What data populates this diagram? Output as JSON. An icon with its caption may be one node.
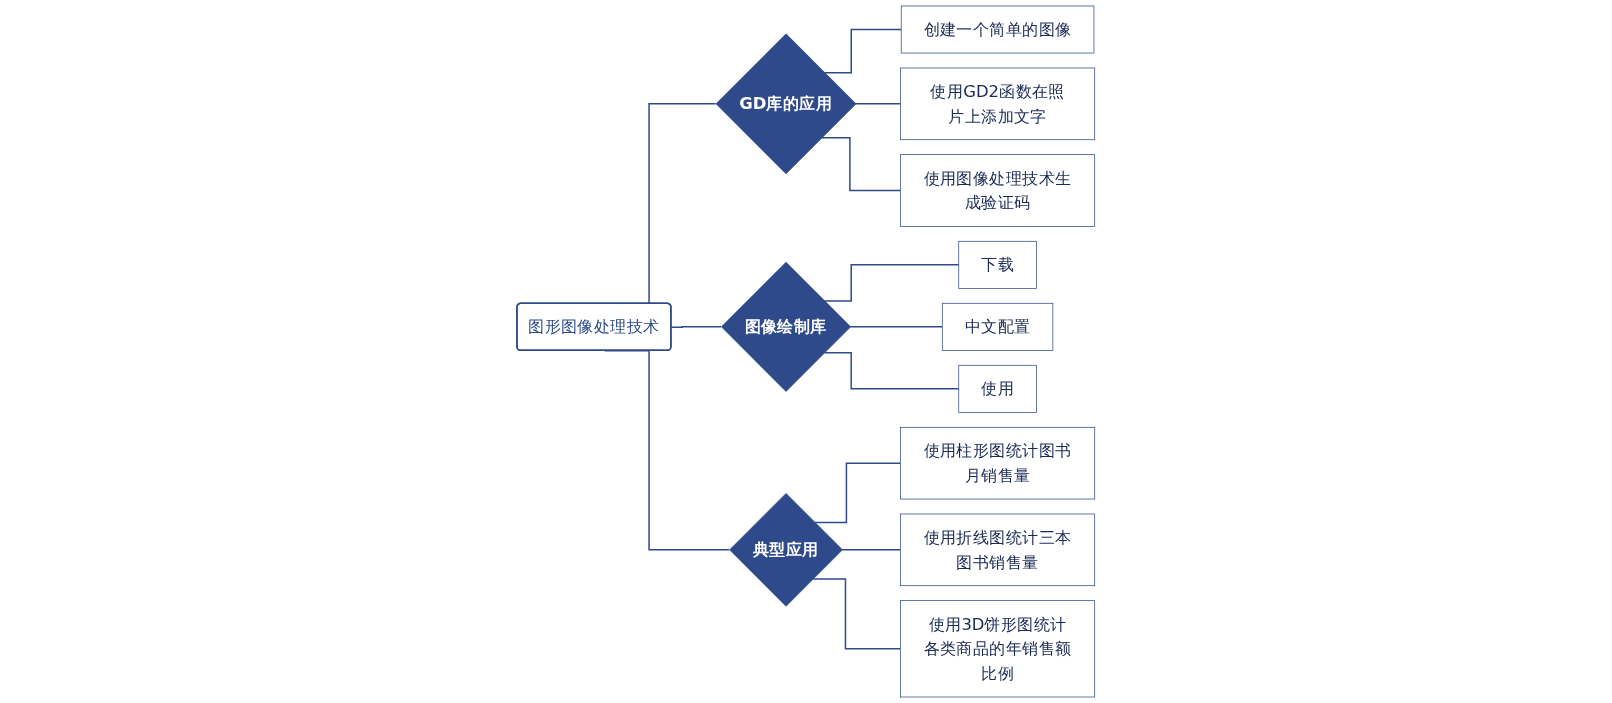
{
  "diagram": {
    "nodes": [
      {
        "text": [
          "图形图像处理技术"
        ]
      },
      {
        "text": [
          "GD库的应用"
        ]
      },
      {
        "text": [
          "创建一个简单的图像"
        ]
      },
      {
        "text": [
          "使用GD2函数在照片上添加文字"
        ]
      },
      {
        "text": [
          "使用图像处理技术生成验证码"
        ]
      },
      {
        "text": [
          "图像绘制库"
        ]
      },
      {
        "text": [
          "下载"
        ]
      },
      {
        "text": [
          "中文配置"
        ]
      },
      {
        "text": [
          "使用"
        ]
      },
      {
        "text": [
          "典型应用"
        ]
      },
      {
        "text": [
          "使用柱形图统计图书月销售量"
        ]
      },
      {
        "text": [
          "使用折线图统计三本图书销售量"
        ]
      },
      {
        "text": [
          "使用3D饼形图统计各类商品的年销售额比例"
        ]
      }
    ],
    "edges": [
      {
        "from": 0,
        "to": 1,
        "arrow": "none"
      },
      {
        "from": 0,
        "to": 5,
        "arrow": "none"
      },
      {
        "from": 0,
        "to": 9,
        "arrow": "none"
      },
      {
        "from": 1,
        "to": 2,
        "arrow": "none"
      },
      {
        "from": 1,
        "to": 3,
        "arrow": "none"
      },
      {
        "from": 1,
        "to": 4,
        "arrow": "none"
      },
      {
        "from": 5,
        "to": 6,
        "arrow": "none"
      },
      {
        "from": 5,
        "to": 7,
        "arrow": "none"
      },
      {
        "from": 5,
        "to": 8,
        "arrow": "none"
      },
      {
        "from": 9,
        "to": 10,
        "arrow": "none"
      },
      {
        "from": 9,
        "to": 11,
        "arrow": "none"
      },
      {
        "from": 9,
        "to": 12,
        "arrow": "none"
      }
    ]
  }
}
